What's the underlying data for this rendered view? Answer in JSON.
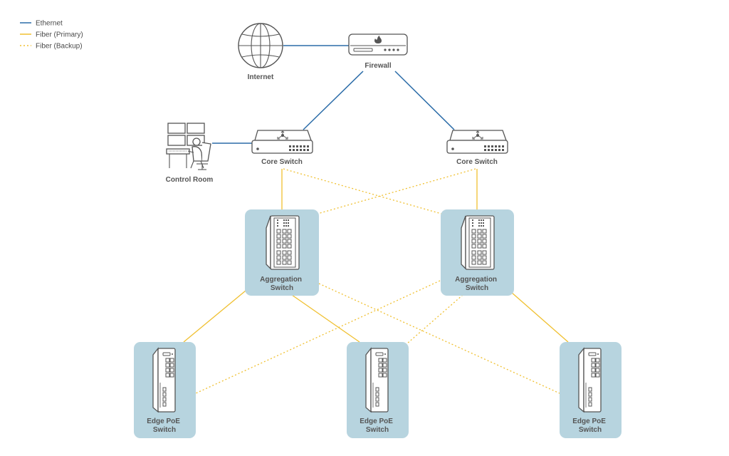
{
  "legend": {
    "ethernet": "Ethernet",
    "fiber_primary": "Fiber (Primary)",
    "fiber_backup": "Fiber (Backup)"
  },
  "colors": {
    "ethernet": "#2b6ca8",
    "fiber": "#f0c030",
    "box": "#b7d4df",
    "device": "#555555"
  },
  "nodes": {
    "internet": "Internet",
    "firewall": "Firewall",
    "control_room": "Control Room",
    "core_switch_left": "Core Switch",
    "core_switch_right": "Core Switch",
    "aggregation_left": [
      "Aggregation",
      "Switch"
    ],
    "aggregation_right": [
      "Aggregation",
      "Switch"
    ],
    "edge_left": [
      "Edge PoE",
      "Switch"
    ],
    "edge_middle": [
      "Edge PoE",
      "Switch"
    ],
    "edge_right": [
      "Edge PoE",
      "Switch"
    ]
  }
}
